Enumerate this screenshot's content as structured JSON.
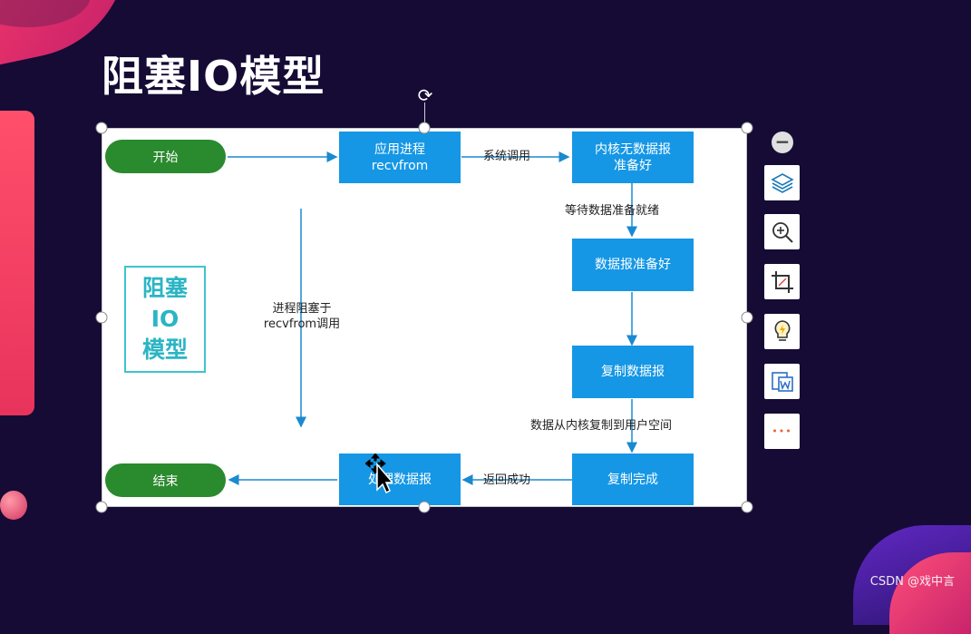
{
  "slide": {
    "title": "阻塞IO模型"
  },
  "diagram": {
    "start": "开始",
    "end": "结束",
    "app_process": "应用进程\nrecvfrom",
    "kernel_no_data": "内核无数据报\n准备好",
    "datagram_ready": "数据报准备好",
    "copy_datagram": "复制数据报",
    "copy_done": "复制完成",
    "process_datagram": "处理数据报",
    "syscall_label": "系统调用",
    "wait_label": "等待数据准备就绪",
    "copy_label": "数据从内核复制到用户空间",
    "return_label": "返回成功",
    "blocked_label": "进程阻塞于\nrecvfrom调用",
    "side_title_lines": [
      "阻塞",
      "IO",
      "模型"
    ]
  },
  "toolbar": {
    "collapse_symbol": "−",
    "items": [
      "layers-icon",
      "zoom-in-icon",
      "crop-icon",
      "idea-icon",
      "word-icon",
      "more-icon"
    ],
    "more_symbol": "•••"
  },
  "watermark": "CSDN @戏中言",
  "colors": {
    "box_blue": "#1597e5",
    "pill_green": "#2a8a2e",
    "teal": "#3fc3cf",
    "background": "#150b35"
  }
}
